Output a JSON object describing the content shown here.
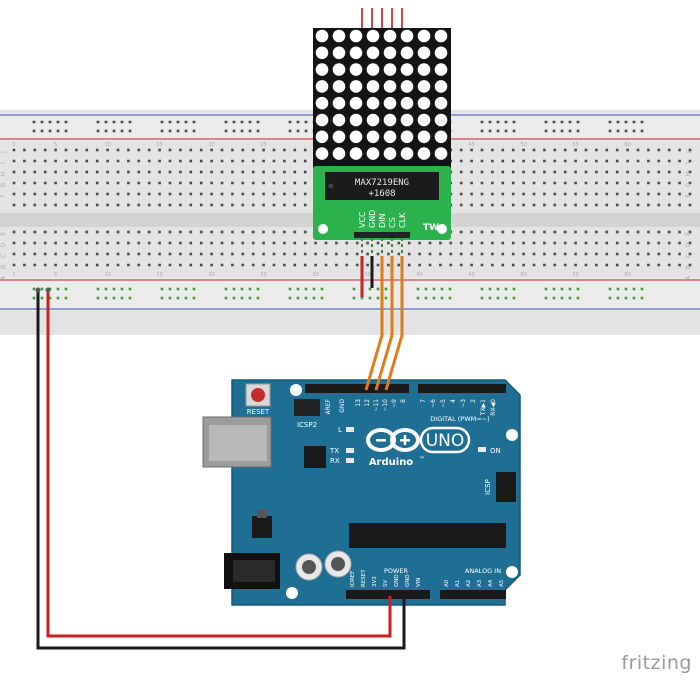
{
  "module": {
    "chip_line1": "MAX7219ENG",
    "chip_line2": "+1608",
    "pins": [
      "VCC",
      "GND",
      "DIN",
      "CS",
      "CLK"
    ],
    "badge": "TW",
    "matrix_rows": 8,
    "matrix_cols": 8
  },
  "arduino": {
    "reset_label": "RESET",
    "icsp2_label": "ICSP2",
    "icsp_label": "ICSP",
    "aref_label": "AREF",
    "gnd_label": "GND",
    "digital_pins": [
      "13",
      "12",
      "~11",
      "~10",
      "~9",
      "8"
    ],
    "digital_pins2": [
      "7",
      "~6",
      "~5",
      "4",
      "~3",
      "2",
      "TX▶1",
      "RX◀0"
    ],
    "digital_label": "DIGITAL (PWM=~)",
    "l_label": "L",
    "tx_label": "TX",
    "rx_label": "RX",
    "on_label": "ON",
    "brand_text": "Arduino",
    "tm": "™",
    "model": "UNO",
    "power_label": "POWER",
    "analog_label": "ANALOG IN",
    "power_pins": [
      "IOREF",
      "RESET",
      "3V3",
      "5V",
      "GND",
      "GND",
      "VIN"
    ],
    "analog_pins": [
      "A0",
      "A1",
      "A2",
      "A3",
      "A4",
      "A5"
    ]
  },
  "breadboard": {
    "row_letters_top": [
      "J",
      "I",
      "H",
      "G",
      "F"
    ],
    "row_letters_bottom": [
      "E",
      "D",
      "C",
      "B",
      "A"
    ],
    "column_numbers": [
      "1",
      "5",
      "10",
      "15",
      "20",
      "25",
      "30",
      "35",
      "40",
      "45",
      "50",
      "55",
      "60"
    ]
  },
  "colors": {
    "board_blue": "#1f6f94",
    "module_green": "#2bb24c",
    "wire_red": "#cc1f1f",
    "wire_black": "#1a1a1a",
    "wire_orange": "#e07b1a"
  },
  "footer": {
    "brand": "fritzing"
  }
}
